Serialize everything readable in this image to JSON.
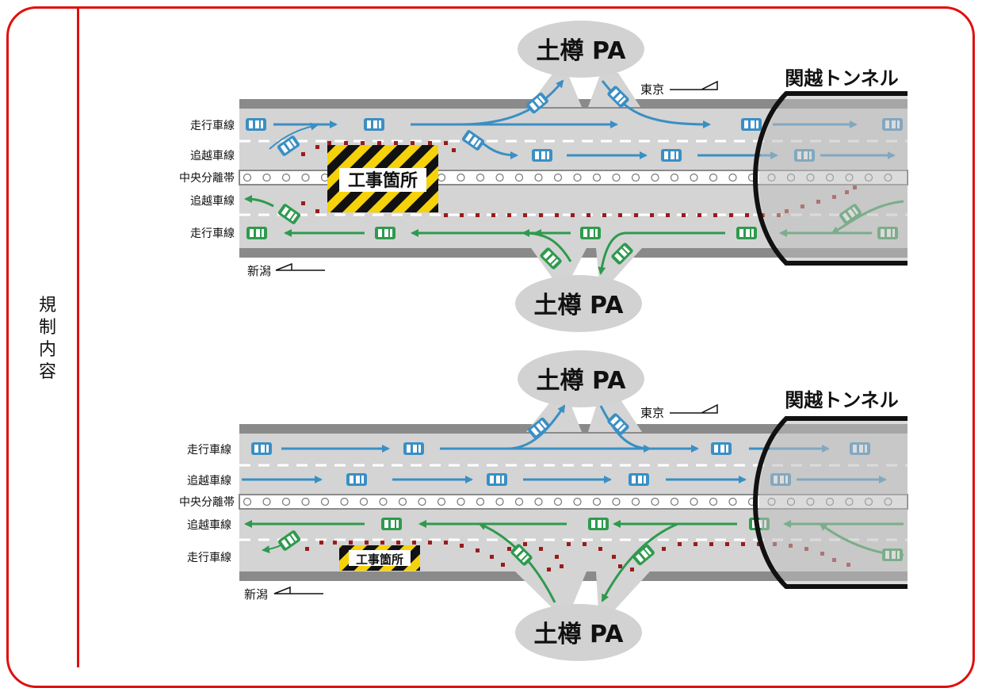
{
  "side_label": [
    "規",
    "制",
    "内",
    "容"
  ],
  "lane_labels": {
    "running": "走行車線",
    "passing": "追越車線",
    "median": "中央分離帯"
  },
  "parking_area": "土樽 PA",
  "tunnel": "関越トンネル",
  "direction_tokyo": "東京",
  "direction_niigata": "新潟",
  "work_zone": "工事箇所",
  "colors": {
    "frame": "#e01010",
    "road": "#d4d4d4",
    "edge": "#8a8a8a",
    "east_traffic": "#3a8fc4",
    "west_traffic": "#2e9a4e",
    "cone": "#9b1b1b",
    "tunnel_shade": "#bdbdbd"
  }
}
